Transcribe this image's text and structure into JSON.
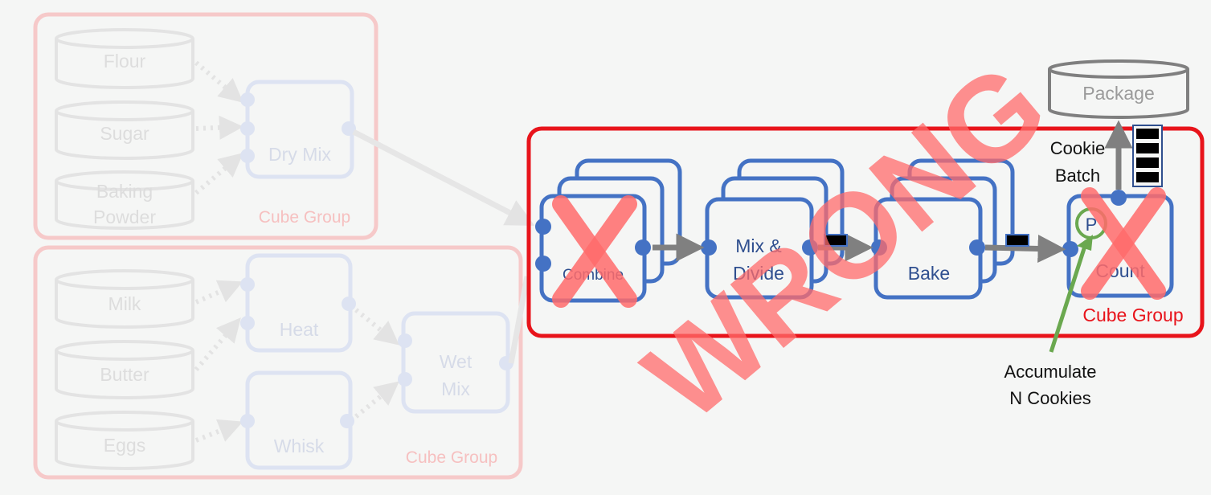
{
  "left_groups": {
    "top": {
      "group_label": "Cube Group",
      "ingredients": [
        "Flour",
        "Sugar",
        "Baking",
        "Powder"
      ],
      "step": "Dry Mix"
    },
    "bottom": {
      "group_label": "Cube Group",
      "ingredients": [
        "Milk",
        "Butter",
        "Eggs"
      ],
      "heat": "Heat",
      "whisk": "Whisk",
      "wet_mix": [
        "Wet",
        "Mix"
      ]
    }
  },
  "main_group": {
    "group_label": "Cube Group",
    "combine": "Combine",
    "mix_divide": [
      "Mix &",
      "Divide"
    ],
    "bake": "Bake",
    "count": "Count",
    "p_marker": "P"
  },
  "package": "Package",
  "cookie_batch": [
    "Cookie",
    "Batch"
  ],
  "accumulate": [
    "Accumulate",
    "N Cookies"
  ],
  "watermark": "WRONG",
  "colors": {
    "blue": "#4472c4",
    "dark_blue": "#2f4f8f",
    "red": "#e8141b",
    "faded_red": "#f4b8b8",
    "faded_blue": "#dde3f2",
    "faded_gray": "#e3e3e3",
    "green": "#6aa84f",
    "gray": "#7f7f7f",
    "x_red": "#ff6b6b"
  }
}
